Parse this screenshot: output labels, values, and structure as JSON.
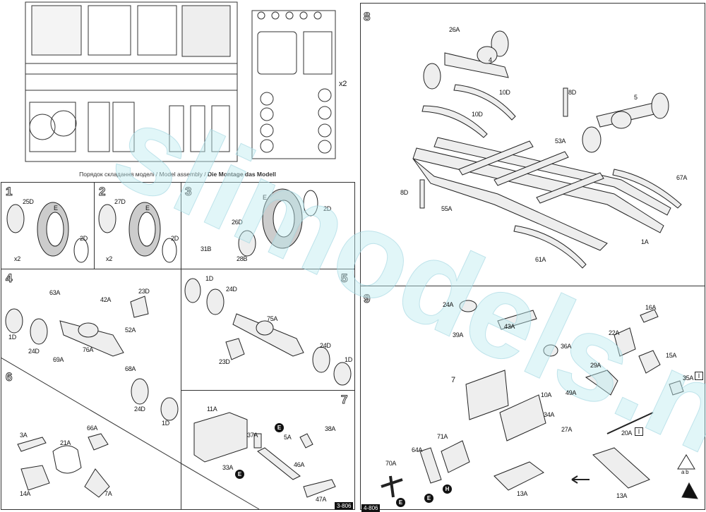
{
  "watermark": "slimodels.net",
  "sprue": {
    "multiplier": "x2"
  },
  "header": {
    "title_uk": "Порядок складання моделі",
    "sep1": " / ",
    "title_en": "Model assembly",
    "sep2": " / ",
    "title_de": "Die Montage das Modell"
  },
  "steps": {
    "s1": {
      "no": "1",
      "labels": [
        "25D",
        "E",
        "2D"
      ],
      "qty": "x2"
    },
    "s2": {
      "no": "2",
      "labels": [
        "27D",
        "E",
        "2D"
      ],
      "qty": "x2"
    },
    "s3": {
      "no": "3",
      "labels": [
        "E",
        "2D",
        "26D",
        "31B",
        "28B"
      ]
    },
    "s4": {
      "no": "4",
      "labels": [
        "63A",
        "42A",
        "23D",
        "1D",
        "52A",
        "24D",
        "76A",
        "69A",
        "68A",
        "24D",
        "1D"
      ]
    },
    "s5": {
      "no": "5",
      "labels": [
        "1D",
        "24D",
        "75A",
        "23D",
        "24D",
        "1D"
      ]
    },
    "s6": {
      "no": "6",
      "labels": [
        "66A",
        "3A",
        "21A",
        "14A",
        "7A"
      ]
    },
    "s7": {
      "no": "7",
      "labels": [
        "11A",
        "37A",
        "5A",
        "38A",
        "33A",
        "46A",
        "47A"
      ],
      "badges": [
        "E",
        "E"
      ]
    },
    "s8": {
      "no": "8",
      "labels": [
        "26A",
        "4",
        "10D",
        "8D",
        "5",
        "10D",
        "53A",
        "67A",
        "8D",
        "55A",
        "1A",
        "61A"
      ]
    },
    "s9": {
      "no": "9",
      "labels": [
        "24A",
        "16A",
        "39A",
        "43A",
        "36A",
        "22A",
        "29A",
        "15A",
        "35A",
        "7",
        "10A",
        "49A",
        "34A",
        "27A",
        "20A",
        "71A",
        "64A",
        "70A",
        "13A",
        "13A"
      ],
      "boxed": [
        "I",
        "I"
      ],
      "badges": [
        "H",
        "E",
        "E"
      ],
      "symbol": "a b"
    }
  },
  "footer": {
    "left_page": "3-806",
    "right_page": "4-806"
  }
}
